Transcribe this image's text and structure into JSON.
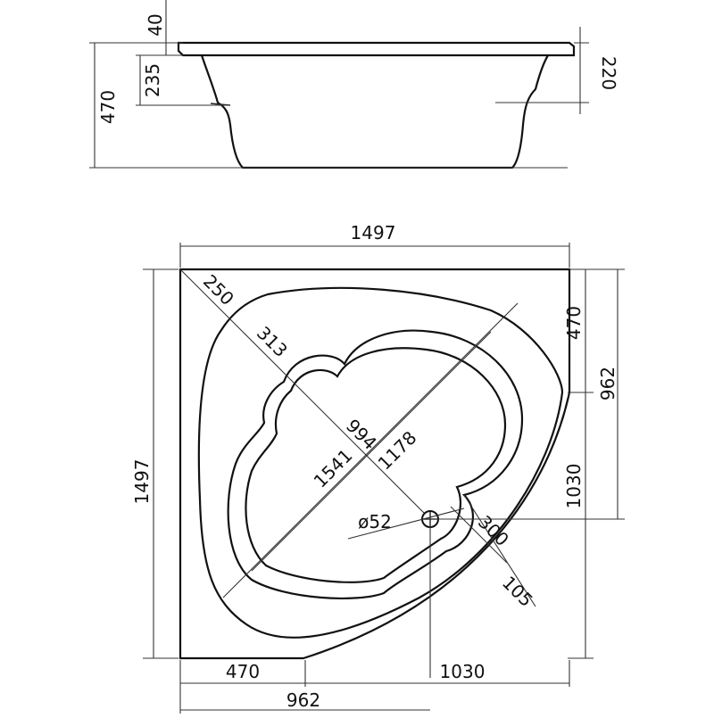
{
  "side_view": {
    "dims": {
      "rim_thickness": "40",
      "seat_height": "235",
      "total_height": "470",
      "right_seat": "220"
    }
  },
  "top_view": {
    "dims": {
      "width_top": "1497",
      "height_left": "1497",
      "diag_corner": "250",
      "diag_inner": "313",
      "diag_basin": "994",
      "diag_total": "1541",
      "diag_cross": "1178",
      "drain": "ø52",
      "drain_offset": "300",
      "edge_offset": "105",
      "right_top": "470",
      "right_mid": "962",
      "right_bottom": "1030",
      "bottom_left": "470",
      "bottom_right": "1030",
      "bottom_total": "962"
    }
  },
  "colors": {
    "line": "#111111",
    "background": "#ffffff"
  }
}
